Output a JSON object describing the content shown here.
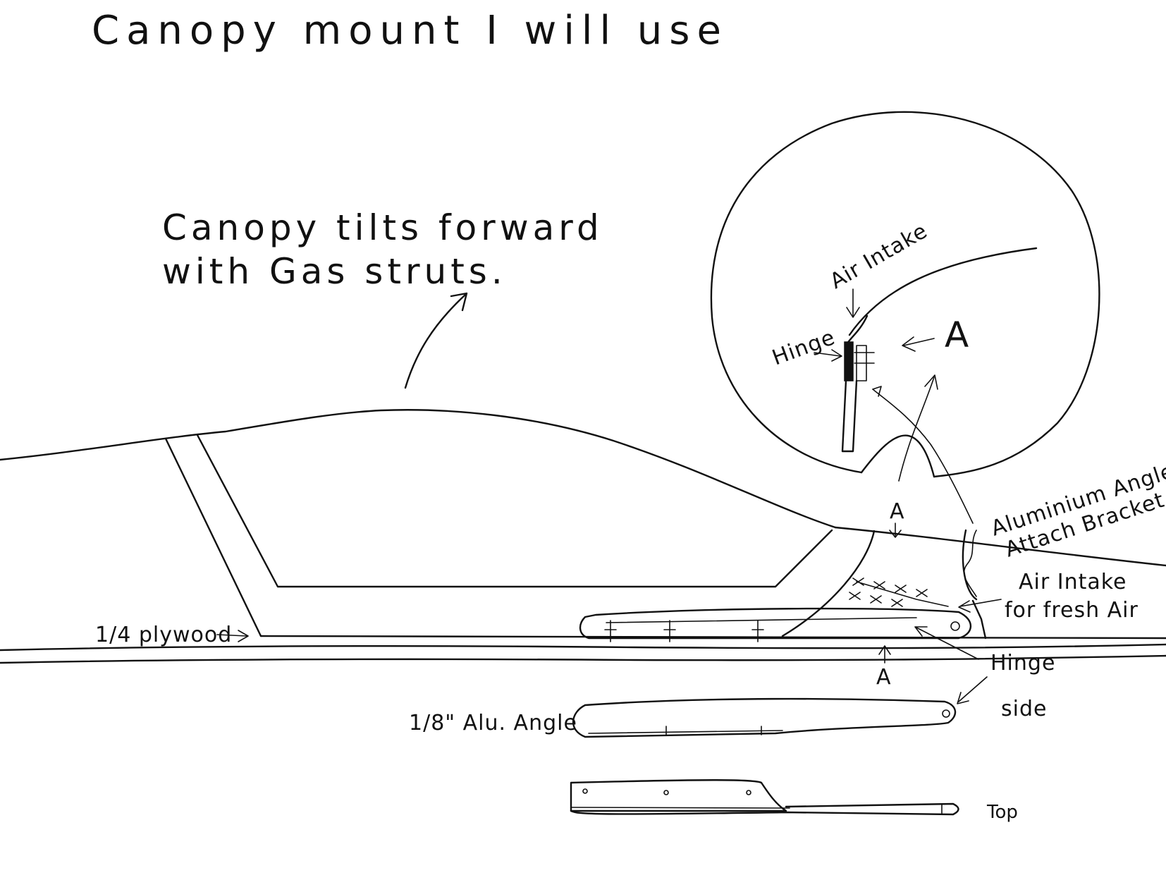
{
  "title": "Canopy mount I will use",
  "note_line1": "Canopy tilts forward",
  "note_line2": "with Gas struts.",
  "detail": {
    "air_intake": "Air Intake",
    "hinge": "Hinge",
    "section_mark": "A"
  },
  "labels": {
    "bracket_line1": "Aluminium Angle",
    "bracket_line2": "Attach Bracket",
    "fresh_air_line1": "Air Intake",
    "fresh_air_line2": "for fresh Air",
    "plywood": "1/4 plywood",
    "hinge": "Hinge",
    "section_a": "A",
    "alu_angle": "1/8\" Alu. Angle",
    "side": "side",
    "top": "Top"
  }
}
